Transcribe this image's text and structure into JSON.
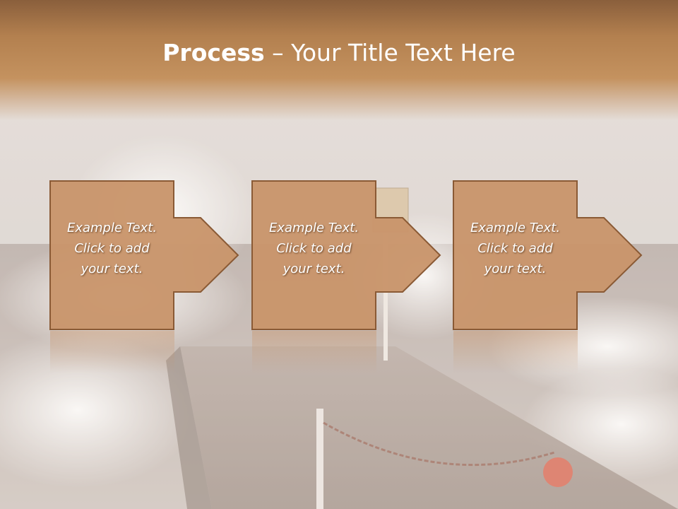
{
  "slide": {
    "title_bold": "Process",
    "title_rest": " – Your Title Text Here",
    "steps": [
      {
        "text": "Example Text.\nClick  to add\nyour text."
      },
      {
        "text": "Example Text.\nClick  to add\nyour text."
      },
      {
        "text": "Example Text.\nClick  to add\nyour text."
      }
    ]
  },
  "colors": {
    "title_band": "#b3804f",
    "box_fill": "#c9956b",
    "box_stroke": "#8a5a35",
    "text": "#ffffff"
  }
}
